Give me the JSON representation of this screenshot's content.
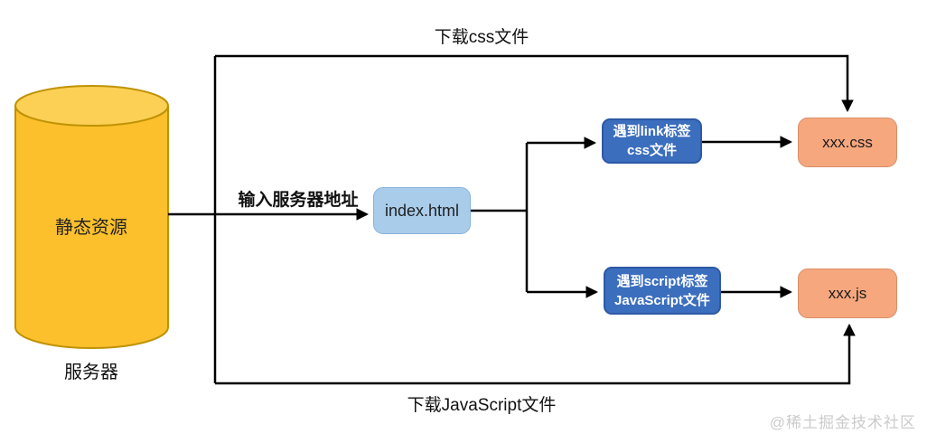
{
  "diagram": {
    "server": {
      "body_label": "静态资源",
      "caption": "服务器"
    },
    "nodes": {
      "index_html": {
        "label": "index.html"
      },
      "link_tag": {
        "line1": "遇到link标签",
        "line2": "css文件"
      },
      "script_tag": {
        "line1": "遇到script标签",
        "line2": "JavaScript文件"
      },
      "css_file": {
        "label": "xxx.css"
      },
      "js_file": {
        "label": "xxx.js"
      }
    },
    "edge_labels": {
      "download_css": "下载css文件",
      "enter_server_address": "输入服务器地址",
      "download_js": "下载JavaScript文件"
    },
    "colors": {
      "cylinder_fill": "#fbc02c",
      "cylinder_top_fill": "#fcd055",
      "cylinder_border": "#bf9204",
      "blue_node_fill": "#3c6ebe",
      "blue_node_border": "#2d59a4",
      "index_node_fill": "#a9cceb",
      "index_node_border": "#86b2dd",
      "orange_node_fill": "#f6a77e",
      "orange_node_border": "#d98e67",
      "connector": "#000000"
    }
  },
  "watermark": "@稀土掘金技术社区"
}
